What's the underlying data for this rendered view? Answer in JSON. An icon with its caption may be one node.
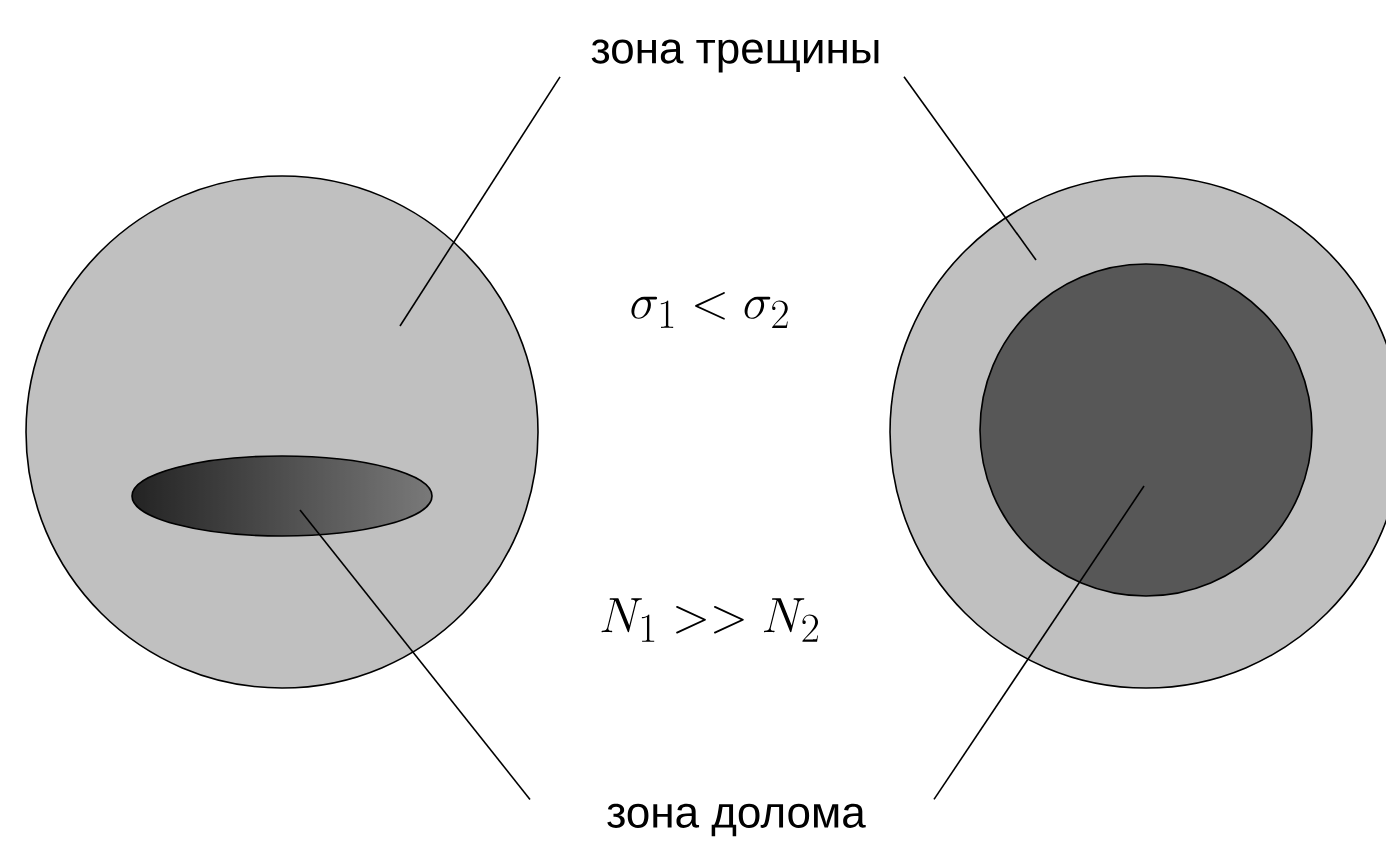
{
  "diagram": {
    "nodes": [
      {
        "text": [
          "зона трещины"
        ]
      },
      {
        "text": [
          "зона долома"
        ]
      },
      {
        "text": [],
        "shape": "circle"
      },
      {
        "text": [],
        "shape": "ellipse",
        "in": 2
      },
      {
        "text": [],
        "shape": "circle"
      },
      {
        "text": [],
        "shape": "circle",
        "in": 4
      }
    ],
    "edges": [
      {
        "from": 0,
        "to": 2,
        "arrow": "none"
      },
      {
        "from": 0,
        "to": 4,
        "arrow": "none"
      },
      {
        "from": 1,
        "to": 3,
        "arrow": "none"
      },
      {
        "from": 1,
        "to": 5,
        "arrow": "none"
      }
    ],
    "labels": [
      "\\sigma_1 < \\sigma_2",
      "N_1 >> N_2"
    ]
  }
}
